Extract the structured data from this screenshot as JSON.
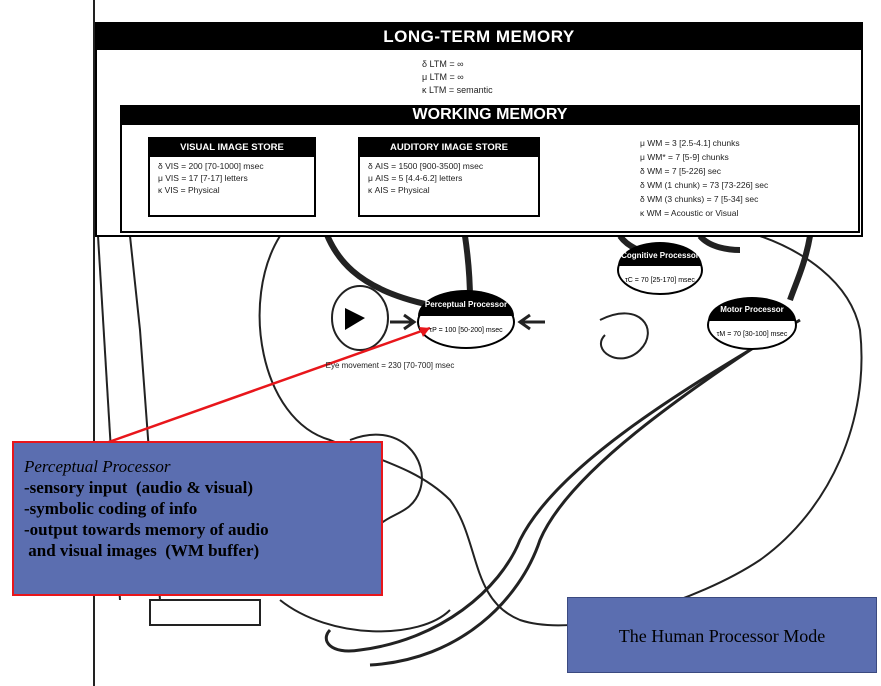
{
  "ltm": {
    "title": "LONG-TERM MEMORY",
    "params": [
      "δ LTM = ∞",
      "μ LTM = ∞",
      "κ LTM = semantic"
    ]
  },
  "wm": {
    "title": "WORKING MEMORY",
    "params": [
      "μ WM = 3 [2.5-4.1] chunks",
      "μ WM* = 7 [5-9] chunks",
      "δ WM = 7 [5-226] sec",
      "δ WM (1 chunk) = 73 [73-226] sec",
      "δ WM (3 chunks) = 7 [5-34] sec",
      "κ WM = Acoustic or Visual"
    ]
  },
  "vis": {
    "title": "VISUAL IMAGE STORE",
    "params": [
      "δ VIS = 200 [70-1000] msec",
      "μ VIS = 17 [7-17] letters",
      "κ VIS = Physical"
    ]
  },
  "ais": {
    "title": "AUDITORY IMAGE STORE",
    "params": [
      "δ AIS = 1500 [900-3500] msec",
      "μ AIS = 5 [4.4-6.2] letters",
      "κ AIS = Physical"
    ]
  },
  "processors": {
    "perceptual": {
      "name": "Perceptual Processor",
      "time": "τP = 100 [50-200] msec"
    },
    "cognitive": {
      "name": "Cognitive Processor",
      "time": "τC = 70 [25-170] msec"
    },
    "motor": {
      "name": "Motor Processor",
      "time": "τM = 70 [30-100] msec"
    }
  },
  "eye_movement": "Eye movement = 230 [70-700] msec",
  "info_box": {
    "heading": "Perceptual Processor",
    "lines": [
      "-sensory input  (audio & visual)",
      "-symbolic coding of info",
      "-output towards memory of audio",
      " and visual images  (WM buffer)"
    ]
  },
  "caption": "The Human Processor Mode",
  "colors": {
    "box_fill": "#5b6eb0",
    "box_border": "#e8161b",
    "pointer": "#e8161b"
  }
}
